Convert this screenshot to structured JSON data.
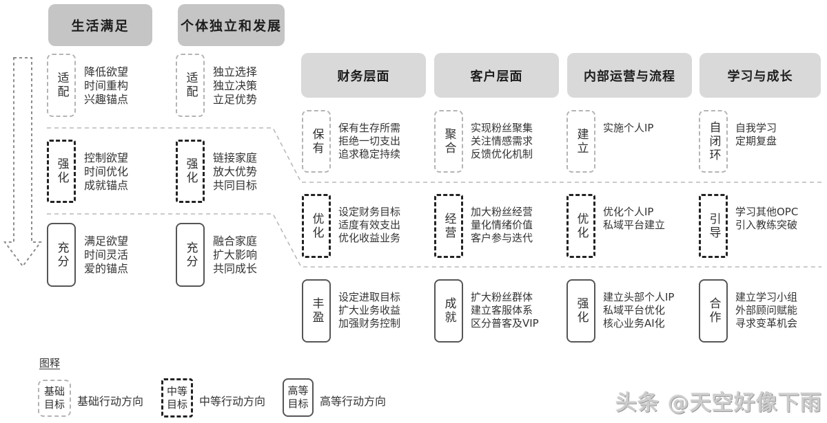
{
  "life_section": {
    "headers": [
      {
        "label": "生活满足"
      },
      {
        "label": "个体独立和发展"
      }
    ],
    "rows": [
      {
        "level": "basic",
        "cells": [
          {
            "tag": "适配",
            "desc": "降低欲望\n时间重构\n兴趣锚点"
          },
          {
            "tag": "适配",
            "desc": "独立选择\n独立决策\n立足优势"
          }
        ]
      },
      {
        "level": "mid",
        "cells": [
          {
            "tag": "强化",
            "desc": "控制欲望\n时间优化\n成就锚点"
          },
          {
            "tag": "强化",
            "desc": "链接家庭\n放大优势\n共同目标"
          }
        ]
      },
      {
        "level": "high",
        "cells": [
          {
            "tag": "充分",
            "desc": "满足欲望\n时间灵活\n爱的锚点"
          },
          {
            "tag": "充分",
            "desc": "融合家庭\n扩大影响\n共同成长"
          }
        ]
      }
    ]
  },
  "bsc_section": {
    "headers": [
      {
        "label": "财务层面"
      },
      {
        "label": "客户层面"
      },
      {
        "label": "内部运营与流程"
      },
      {
        "label": "学习与成长"
      }
    ],
    "rows": [
      {
        "level": "basic",
        "cells": [
          {
            "tag": "保有",
            "desc": "保有生存所需\n拒绝一切支出\n追求稳定持续"
          },
          {
            "tag": "聚合",
            "desc": "实现粉丝聚集\n关注情感需求\n反馈优化机制"
          },
          {
            "tag": "建立",
            "desc": "实施个人IP"
          },
          {
            "tag": "自闭环",
            "desc": "自我学习\n定期复盘"
          }
        ]
      },
      {
        "level": "mid",
        "cells": [
          {
            "tag": "优化",
            "desc": "设定财务目标\n适度有效支出\n优化收益业务"
          },
          {
            "tag": "经营",
            "desc": "加大粉丝经营\n量化情绪价值\n客户参与迭代"
          },
          {
            "tag": "优化",
            "desc": "优化个人IP\n私域平台建立"
          },
          {
            "tag": "引导",
            "desc": "学习其他OPC\n引入教练突破"
          }
        ]
      },
      {
        "level": "high",
        "cells": [
          {
            "tag": "丰盈",
            "desc": "设定进取目标\n扩大业务收益\n加强财务控制"
          },
          {
            "tag": "成就",
            "desc": "扩大粉丝群体\n建立客服体系\n区分普客及VIP"
          },
          {
            "tag": "强化",
            "desc": "建立头部个人IP\n私域平台优化\n核心业务AI化"
          },
          {
            "tag": "合作",
            "desc": "建立学习小组\n外部顾问赋能\n寻求变革机会"
          }
        ]
      }
    ]
  },
  "legend": {
    "title": "图释",
    "items": [
      {
        "level": "basic",
        "tag": "基础\n目标",
        "label": "基础行动方向"
      },
      {
        "level": "mid",
        "tag": "中等\n目标",
        "label": "中等行动方向"
      },
      {
        "level": "high",
        "tag": "高等\n目标",
        "label": "高等行动方向"
      }
    ]
  },
  "watermark": "头条 @天空好像下雨",
  "colors": {
    "life_header_bg": "#c5c5c5",
    "bsc_header_bg": "#d9d9d9",
    "basic_border": "#b3b3b3",
    "mid_border": "#222222",
    "high_border": "#555555",
    "divider": "#b8b8b8",
    "arrow": "#8c8c8c",
    "text": "#2f2f2f",
    "watermark_color": "#cccccc"
  }
}
